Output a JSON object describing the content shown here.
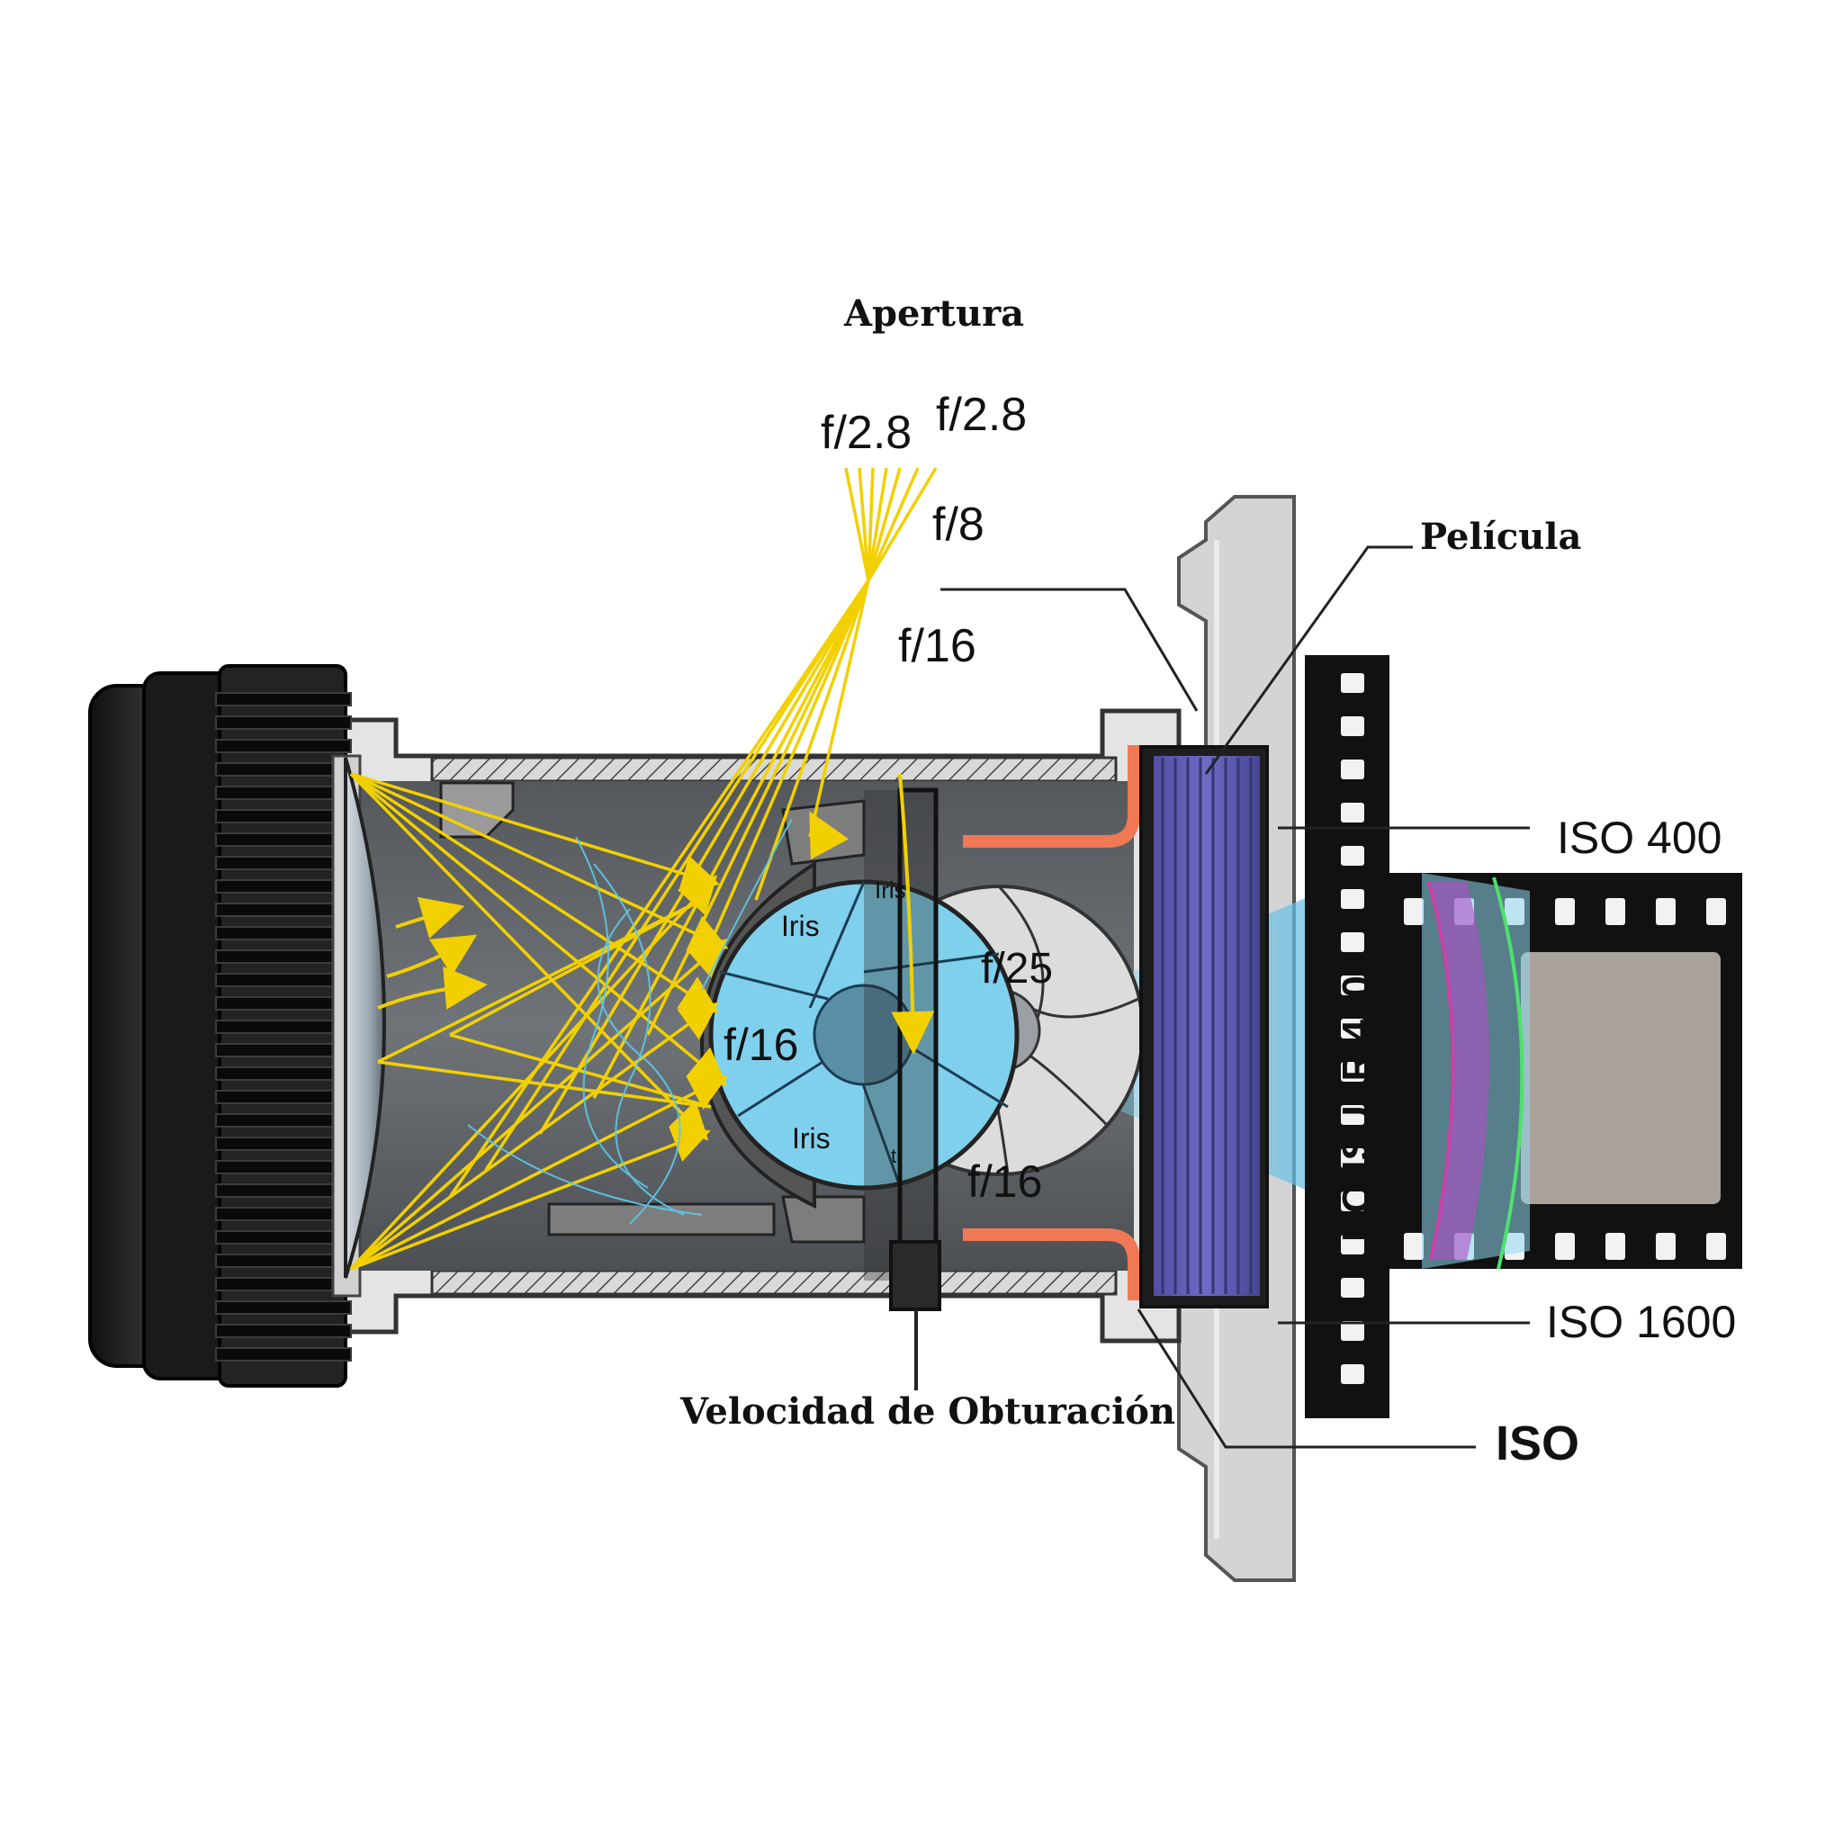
{
  "labels": {
    "apertura": "Apertura",
    "f28_a": "f/2.8",
    "f28_b": "f/2.8",
    "f8": "f/8",
    "f16_top": "f/16",
    "pelicula": "Película",
    "iso400": "ISO 400",
    "iso1600": "ISO 1600",
    "iso": "ISO",
    "velocidad": "Velocidad de Obturación"
  },
  "inner_labels": {
    "iris_left_top": "Iris",
    "iris_right_top": "Iris",
    "f16_iris": "f/16",
    "iris_left_bottom": "Iris",
    "iris_small": "ti",
    "f25": "f/25",
    "f16_shutter": "f/16",
    "film_vertical": "HO ISUTR 4000"
  },
  "colors": {
    "light_rays": "#f2d000",
    "iris_blue": "#7fd0ec",
    "sensor_purple": "#5a4aa6",
    "orange_accent": "#f07855",
    "light_beam": "#8fd8f0",
    "film_black": "#111111",
    "film_frame": "#a9a39b"
  },
  "icons": {
    "film_holes": "film-perforations",
    "focus_ring": "lens-grip-ring"
  }
}
